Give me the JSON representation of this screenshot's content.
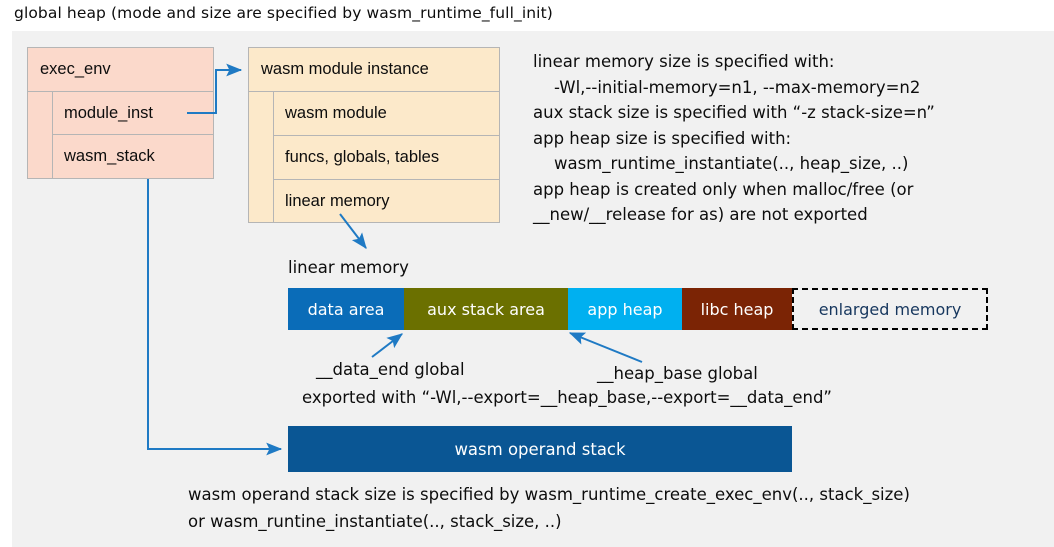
{
  "title": "global heap (mode and size are specified by wasm_runtime_full_init)",
  "colors": {
    "panel_bg": "#f1f1f1",
    "exec_env_fill": "#fbd9cb",
    "module_inst_fill": "#fce9ca",
    "box_border": "#b5b5b5",
    "arrow": "#1f7ac4",
    "data_area": "#0a6cb8",
    "aux_stack_area": "#6b7000",
    "app_heap": "#00b0f0",
    "libc_heap": "#7b2405",
    "enlarged_memory_text": "#17375e",
    "operand_stack": "#0a5694"
  },
  "exec_env": {
    "title": "exec_env",
    "rows": [
      {
        "label": "module_inst"
      },
      {
        "label": "wasm_stack"
      }
    ]
  },
  "module_instance": {
    "title": "wasm module instance",
    "rows": [
      {
        "label": "wasm module"
      },
      {
        "label": "funcs, globals, tables"
      },
      {
        "label": "linear memory"
      }
    ]
  },
  "notes": "linear memory size is specified with:\n    -Wl,--initial-memory=n1, --max-memory=n2\naux stack size is specified with “-z stack-size=n”\napp heap size is specified with:\n    wasm_runtime_instantiate(.., heap_size, ..)\napp heap is created only when malloc/free (or\n__new/__release for as) are not exported",
  "linear_memory": {
    "label": "linear memory",
    "segments": [
      {
        "label": "data area",
        "color": "#0a6cb8",
        "width": 116,
        "dashed": false
      },
      {
        "label": "aux stack area",
        "color": "#6b7000",
        "width": 164,
        "dashed": false
      },
      {
        "label": "app heap",
        "color": "#00b0f0",
        "width": 114,
        "dashed": false
      },
      {
        "label": "libc heap",
        "color": "#7b2405",
        "width": 110,
        "dashed": false
      },
      {
        "label": "enlarged memory",
        "color": "#f1f1f1",
        "width": 196,
        "dashed": true
      }
    ]
  },
  "annotations": {
    "data_end": "__data_end global",
    "heap_base": "__heap_base global",
    "exported_with": "exported with “-Wl,--export=__heap_base,--export=__data_end”"
  },
  "operand_stack": {
    "label": "wasm operand stack"
  },
  "footer": "wasm operand stack size is specified by wasm_runtime_create_exec_env(.., stack_size)\nor wasm_runtine_instantiate(.., stack_size, ..)"
}
